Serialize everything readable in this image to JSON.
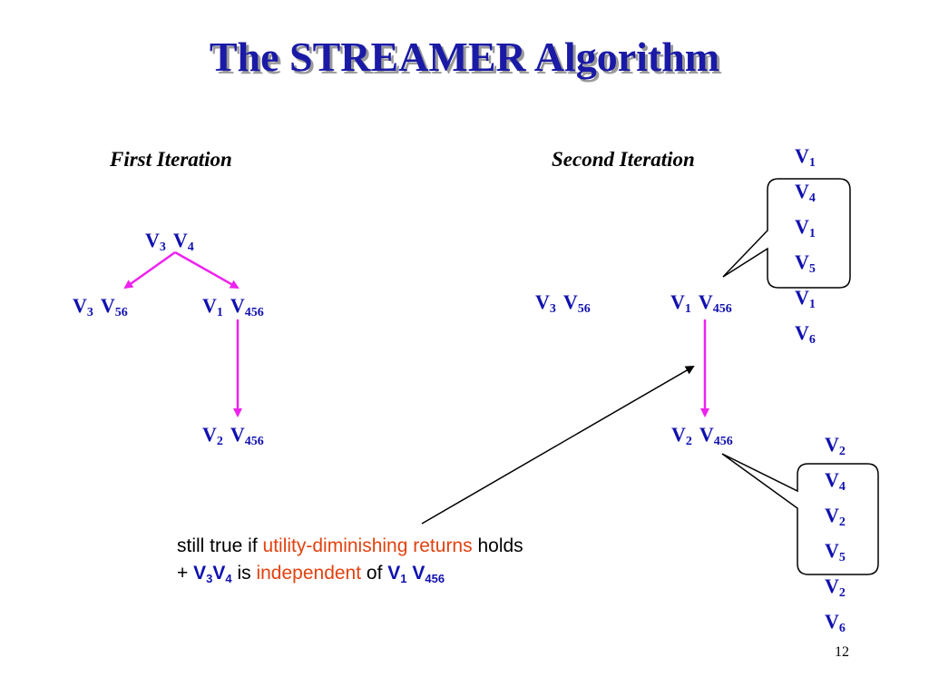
{
  "title": "The STREAMER Algorithm",
  "first_iteration": {
    "label": "First Iteration",
    "root": {
      "a": "V",
      "a_sub": "3",
      "b": "V",
      "b_sub": "4"
    },
    "left": {
      "a": "V",
      "a_sub": "3",
      "b": "V",
      "b_sub": "56"
    },
    "right": {
      "a": "V",
      "a_sub": "1",
      "b": "V",
      "b_sub": "456"
    },
    "bottom": {
      "a": "V",
      "a_sub": "2",
      "b": "V",
      "b_sub": "456"
    }
  },
  "second_iteration": {
    "label": "Second Iteration",
    "left": {
      "a": "V",
      "a_sub": "3",
      "b": "V",
      "b_sub": "56"
    },
    "right": {
      "a": "V",
      "a_sub": "1",
      "b": "V",
      "b_sub": "456"
    },
    "bottom": {
      "a": "V",
      "a_sub": "2",
      "b": "V",
      "b_sub": "456"
    },
    "callout_top": [
      {
        "v": "V",
        "sub": "1"
      },
      {
        "v": "V",
        "sub": "4"
      },
      {
        "v": "V",
        "sub": "1"
      },
      {
        "v": "V",
        "sub": "5"
      },
      {
        "v": "V",
        "sub": "1"
      },
      {
        "v": "V",
        "sub": "6"
      }
    ],
    "callout_bottom": [
      {
        "v": "V",
        "sub": "2"
      },
      {
        "v": "V",
        "sub": "4"
      },
      {
        "v": "V",
        "sub": "2"
      },
      {
        "v": "V",
        "sub": "5"
      },
      {
        "v": "V",
        "sub": "2"
      },
      {
        "v": "V",
        "sub": "6"
      }
    ]
  },
  "note": {
    "line1_a": "still true if ",
    "line1_red": "utility-diminishing returns",
    "line1_b": " holds",
    "line2_plus": "+ ",
    "line2_v1": "V",
    "line2_v1_sub": "3",
    "line2_v2": "V",
    "line2_v2_sub": "4",
    "line2_is": " is ",
    "line2_red": "independent",
    "line2_of": " of ",
    "line2_v3": "V",
    "line2_v3_sub": "1",
    "line2_v4": "V",
    "line2_v4_sub": "456"
  },
  "page_number": "12",
  "colors": {
    "title": "#1a1aa6",
    "node": "#1010b0",
    "arrow": "#ee22ee",
    "highlight": "#e2420f"
  }
}
